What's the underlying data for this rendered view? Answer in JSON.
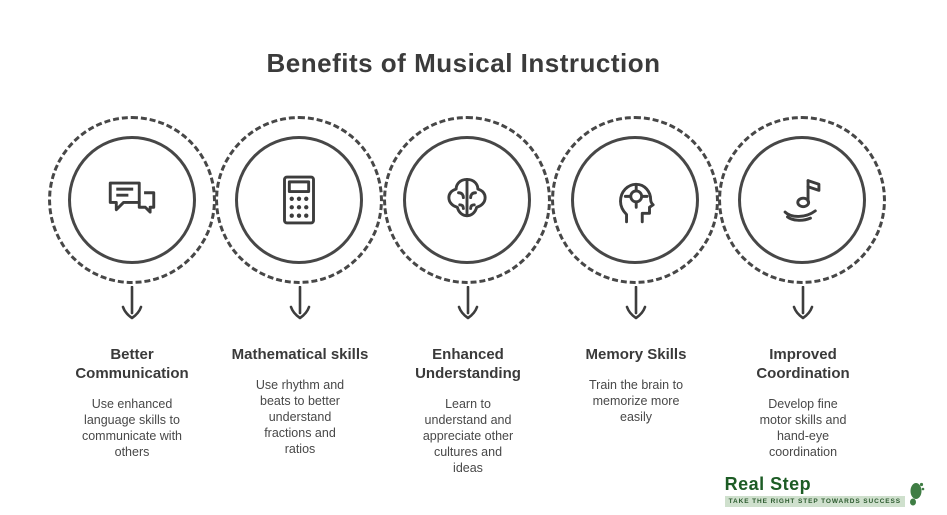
{
  "title": "Benefits of Musical Instruction",
  "ink_color": "#3d3d3d",
  "accent_green": "#1d5c25",
  "items": [
    {
      "icon": "chat-bubbles-icon",
      "title": "Better\nCommunication",
      "body": "Use enhanced\nlanguage skills to\ncommunicate with\nothers"
    },
    {
      "icon": "calculator-icon",
      "title": "Mathematical skills",
      "body": "Use rhythm and\nbeats to better\nunderstand\nfractions and\nratios"
    },
    {
      "icon": "brain-icon",
      "title": "Enhanced\nUnderstanding",
      "body": "Learn to\nunderstand and\nappreciate other\ncultures and\nideas"
    },
    {
      "icon": "memory-head-icon",
      "title": "Memory Skills",
      "body": "Train the brain to\nmemorize more\neasily"
    },
    {
      "icon": "hand-note-icon",
      "title": "Improved\nCoordination",
      "body": "Develop fine\nmotor skills and\nhand-eye\ncoordination"
    }
  ],
  "logo": {
    "name": "Real Step",
    "tagline": "TAKE THE RIGHT STEP TOWARDS SUCCESS"
  }
}
